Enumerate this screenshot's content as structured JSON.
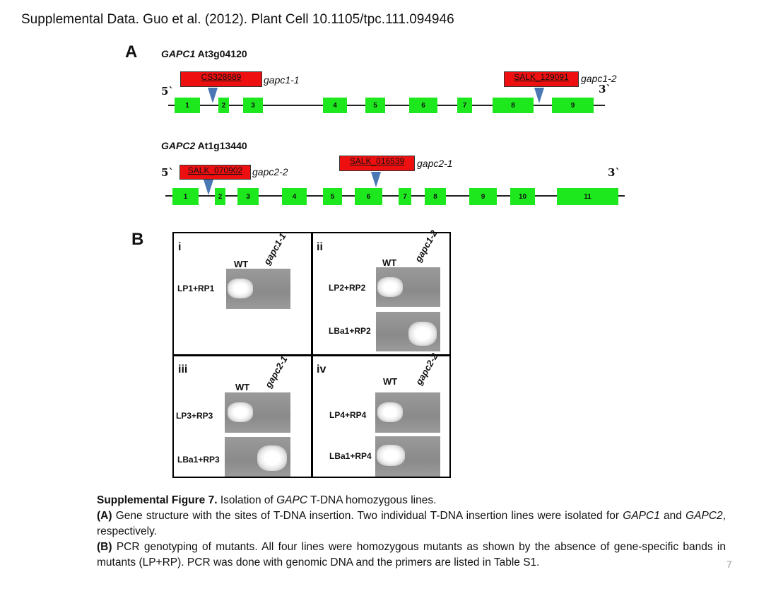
{
  "header": "Supplemental Data. Guo et al. (2012). Plant Cell 10.1105/tpc.111.094946",
  "panelA": {
    "letter": "A",
    "five_prime": "5`",
    "three_prime": "3`",
    "gene1": {
      "name": "GAPC1",
      "locus": "At3g04120",
      "exons": [
        "1",
        "2",
        "3",
        "4",
        "5",
        "6",
        "7",
        "8",
        "9"
      ],
      "insertions": [
        {
          "line": "CS328689",
          "allele": "gapc1-1"
        },
        {
          "line": "SALK_129091",
          "allele": "gapc1-2"
        }
      ]
    },
    "gene2": {
      "name": "GAPC2",
      "locus": "At1g13440",
      "exons": [
        "1",
        "2",
        "3",
        "4",
        "5",
        "6",
        "7",
        "8",
        "9",
        "10",
        "11"
      ],
      "insertions": [
        {
          "line": "SALK_070902",
          "allele": "gapc2-2"
        },
        {
          "line": "SALK_016539",
          "allele": "gapc2-1"
        }
      ]
    }
  },
  "panelB": {
    "letter": "B",
    "quadrants": [
      {
        "roman": "i",
        "lane_wt": "WT",
        "lane_mut": "gapc1-1",
        "primers": [
          "LP1+RP1"
        ]
      },
      {
        "roman": "ii",
        "lane_wt": "WT",
        "lane_mut": "gapc1-2",
        "primers": [
          "LP2+RP2",
          "LBa1+RP2"
        ]
      },
      {
        "roman": "iii",
        "lane_wt": "WT",
        "lane_mut": "gapc2-1",
        "primers": [
          "LP3+RP3",
          "LBa1+RP3"
        ]
      },
      {
        "roman": "iv",
        "lane_wt": "WT",
        "lane_mut": "gapc2-2",
        "primers": [
          "LP4+RP4",
          "LBa1+RP4"
        ]
      }
    ]
  },
  "caption": {
    "title_bold": "Supplemental Figure 7.",
    "title_pre": "Isolation of ",
    "title_italic": "GAPC",
    "title_post": " T-DNA homozygous lines.",
    "a_label": "(A)",
    "a_text1": " Gene structure with the sites of T-DNA insertion. Two individual T-DNA insertion lines were isolated for ",
    "a_gene1": "GAPC1",
    "a_and": " and ",
    "a_gene2": "GAPC2",
    "a_end": ", respectively.",
    "b_label": "(B)",
    "b_text": " PCR genotyping of mutants. All four lines were homozygous mutants as shown by the absence of gene-specific bands in mutants (LP+RP). PCR was done with genomic DNA and the primers are listed in Table S1."
  },
  "page_number": "7",
  "colors": {
    "exon": "#1de81d",
    "insertion_box": "#ee1010",
    "triangle": "#4a78b5"
  }
}
